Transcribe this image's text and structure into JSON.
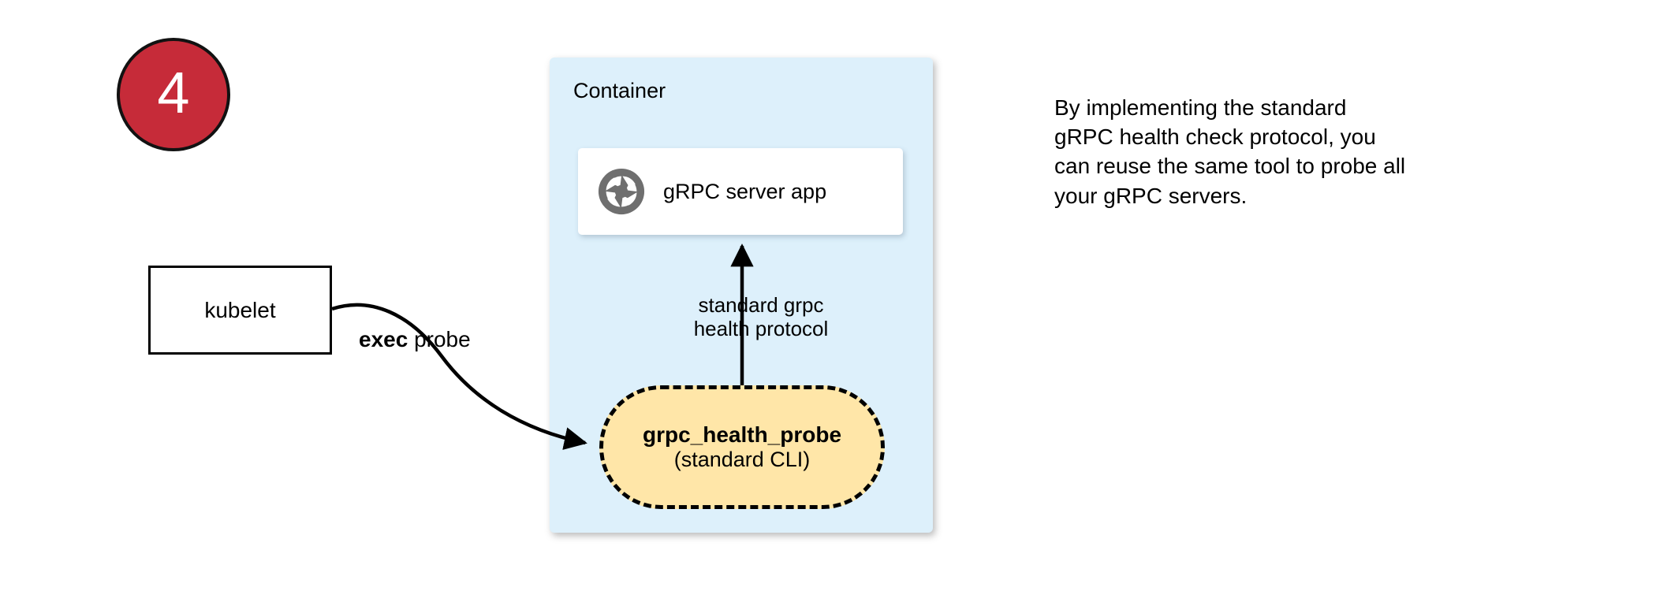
{
  "step": {
    "number": "4"
  },
  "container": {
    "title": "Container",
    "fill_color": "#ddf0fb"
  },
  "server_card": {
    "icon": "grpc-aperture-icon",
    "label": "gRPC server app",
    "icon_color": "#6f6f6f"
  },
  "probe": {
    "name": "grpc_health_probe",
    "subtitle": "(standard CLI)",
    "fill_color": "#ffe6a8",
    "border_style": "dashed"
  },
  "kubelet": {
    "label": "kubelet"
  },
  "connectors": {
    "exec_probe": {
      "bold_part": "exec",
      "rest_part": " probe"
    },
    "protocol": {
      "line1": "standard grpc",
      "line2": "health protocol"
    }
  },
  "note": {
    "line1": "By implementing the standard",
    "line2": "gRPC health check protocol, you",
    "line3": "can reuse the same tool to probe all",
    "line4": "your gRPC servers."
  },
  "palette": {
    "badge_red": "#c62b39",
    "container_blue": "#ddf0fb",
    "probe_yellow": "#ffe6a8",
    "stroke_black": "#000000",
    "icon_gray": "#6f6f6f"
  }
}
